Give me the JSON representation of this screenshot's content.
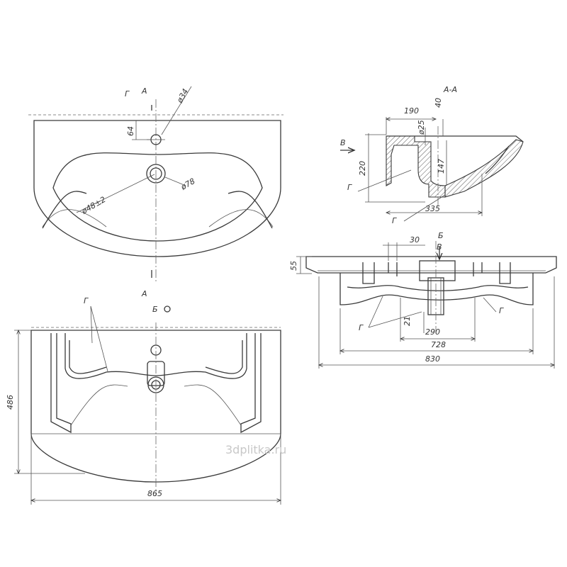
{
  "labels": {
    "g": "Г",
    "a": "А",
    "aa": "А-А",
    "b": "Б",
    "v": "В"
  },
  "dimensions": {
    "d34": "ø34",
    "d78": "ø78",
    "r48": "ø48±2",
    "h64": "64",
    "w190": "190",
    "h40": "40",
    "d25": "ø25",
    "h220": "220",
    "h147": "147",
    "w335": "335",
    "w30": "30",
    "h55": "55",
    "h21": "21",
    "w290": "290",
    "w728": "728",
    "w830": "830",
    "h486": "486",
    "w865": "865"
  },
  "watermark": "3dplitka.ru"
}
